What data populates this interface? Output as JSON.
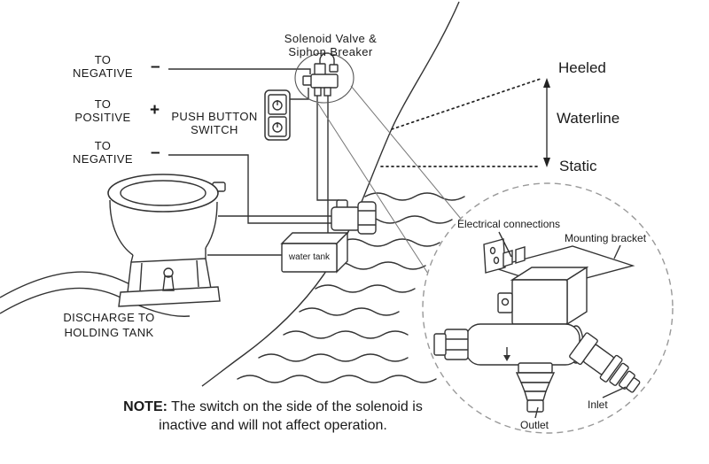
{
  "diagram": {
    "solenoid_callout": {
      "line1": "Solenoid Valve &",
      "line2": "Siphon Breaker"
    },
    "terminals": {
      "neg1": {
        "line1": "TO",
        "line2": "NEGATIVE",
        "symbol": "–"
      },
      "pos": {
        "line1": "TO",
        "line2": "POSITIVE",
        "symbol": "+"
      },
      "neg2": {
        "line1": "TO",
        "line2": "NEGATIVE",
        "symbol": "–"
      }
    },
    "switch": {
      "line1": "PUSH BUTTON",
      "line2": "SWITCH"
    },
    "waterline": {
      "heeled": "Heeled",
      "label": "Waterline",
      "static": "Static"
    },
    "water_tank": "water tank",
    "discharge": {
      "line1": "DISCHARGE TO",
      "line2": "HOLDING TANK"
    },
    "valve_detail": {
      "electrical": "Electrical connections",
      "bracket": "Mounting bracket",
      "outlet": "Outlet",
      "inlet": "Inlet"
    },
    "note": {
      "label": "NOTE:",
      "line1": "The switch on the side of the solenoid is",
      "line2": "inactive and will not affect operation."
    }
  },
  "colors": {
    "line": "#333333",
    "dashed_circle": "#999999",
    "text": "#1a1a1a"
  }
}
